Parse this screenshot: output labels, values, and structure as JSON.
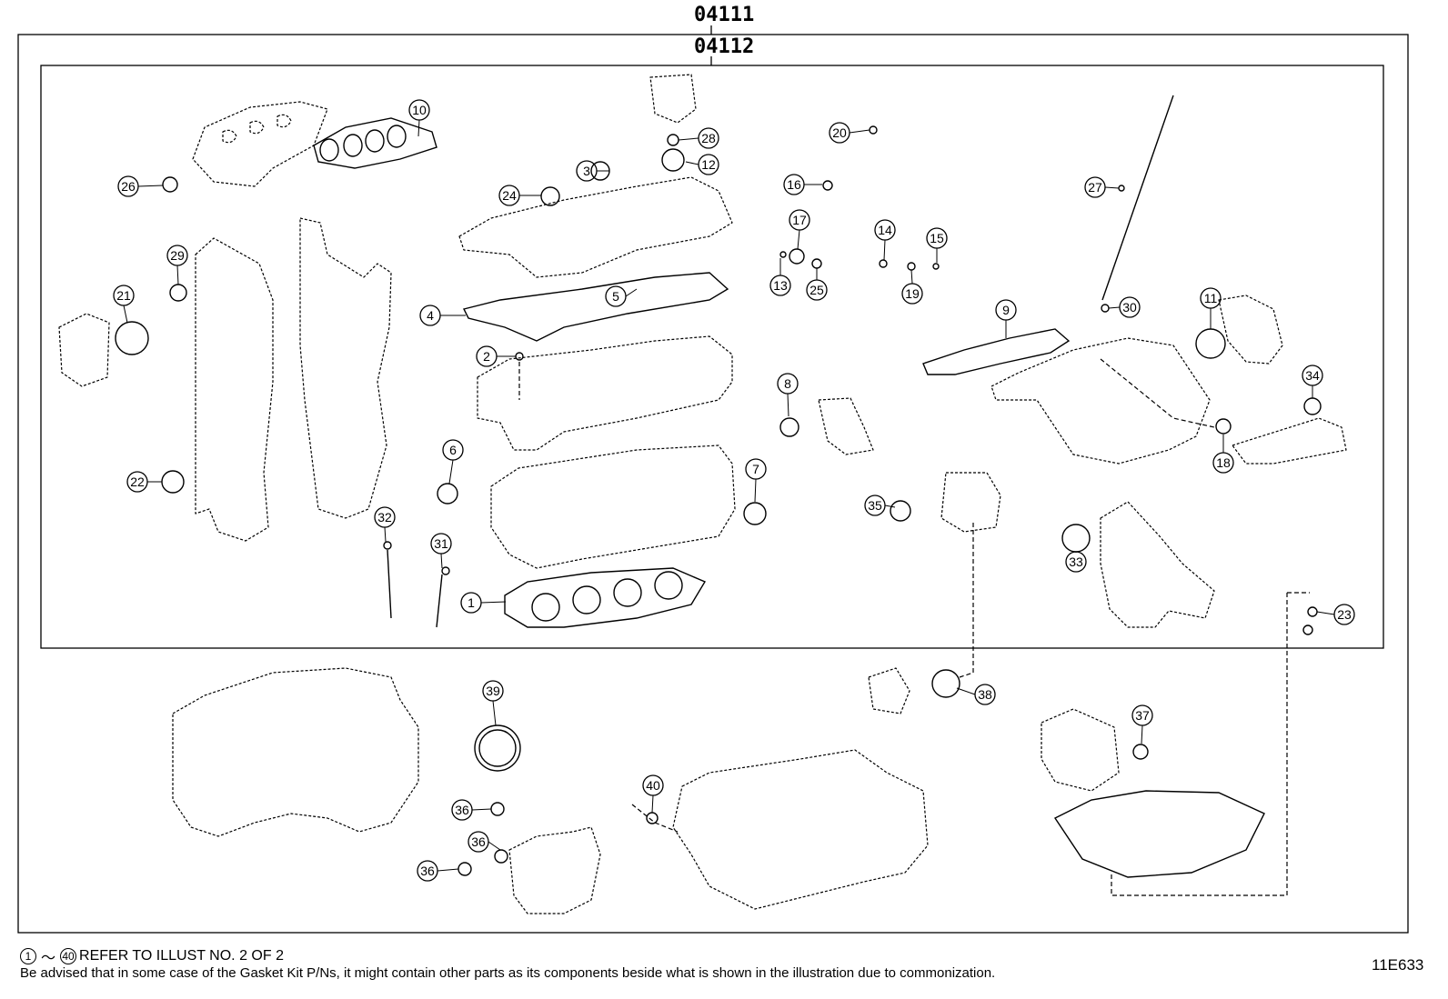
{
  "header": {
    "outer_code": "04111",
    "inner_code": "04112"
  },
  "callouts": [
    "1",
    "2",
    "3",
    "4",
    "5",
    "6",
    "7",
    "8",
    "9",
    "10",
    "11",
    "12",
    "13",
    "14",
    "15",
    "16",
    "17",
    "18",
    "19",
    "20",
    "21",
    "22",
    "23",
    "24",
    "25",
    "26",
    "27",
    "28",
    "29",
    "30",
    "31",
    "32",
    "33",
    "34",
    "35",
    "36",
    "36",
    "36",
    "37",
    "38",
    "39",
    "40"
  ],
  "footer": {
    "ref_start": "1",
    "ref_tilde": "～",
    "ref_end": "40",
    "ref_text": "REFER TO ILLUST NO. 2 OF 2",
    "note": "Be advised that in some case of the Gasket Kit P/Ns,  it might contain other parts as its components beside what is shown in the illustration due to commonization.",
    "illustration_code": "11E633"
  }
}
